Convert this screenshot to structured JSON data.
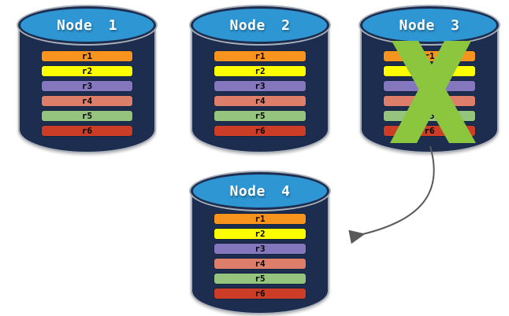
{
  "colors": {
    "background": "#FFFFFF",
    "cylinder_top": "#2E96D3",
    "cylinder_body": "#1C2D4F",
    "cylinder_outline": "#ABB2BB",
    "title_text": "#FFFFFF",
    "row_text": "#000000",
    "x_mark": "#8CC63F",
    "arrow": "#595959"
  },
  "nodes": [
    {
      "title": "Node 1",
      "failed": false,
      "rows": [
        {
          "label": "r1",
          "color": "#F8941D"
        },
        {
          "label": "r2",
          "color": "#FDFF00"
        },
        {
          "label": "r3",
          "color": "#8577BE"
        },
        {
          "label": "r4",
          "color": "#DD7E6B"
        },
        {
          "label": "r5",
          "color": "#94C47D"
        },
        {
          "label": "r6",
          "color": "#CC3D28"
        }
      ]
    },
    {
      "title": "Node 2",
      "failed": false,
      "rows": [
        {
          "label": "r1",
          "color": "#F8941D"
        },
        {
          "label": "r2",
          "color": "#FDFF00"
        },
        {
          "label": "r3",
          "color": "#8577BE"
        },
        {
          "label": "r4",
          "color": "#DD7E6B"
        },
        {
          "label": "r5",
          "color": "#94C47D"
        },
        {
          "label": "r6",
          "color": "#CC3D28"
        }
      ]
    },
    {
      "title": "Node 3",
      "failed": true,
      "rows": [
        {
          "label": "r1",
          "color": "#F8941D"
        },
        {
          "label": "r2",
          "color": "#FDFF00"
        },
        {
          "label": "r3",
          "color": "#8577BE"
        },
        {
          "label": "r4",
          "color": "#DD7E6B"
        },
        {
          "label": "r5",
          "color": "#94C47D"
        },
        {
          "label": "r6",
          "color": "#CC3D28"
        }
      ]
    },
    {
      "title": "Node 4",
      "failed": false,
      "rows": [
        {
          "label": "r1",
          "color": "#F8941D"
        },
        {
          "label": "r2",
          "color": "#FDFF00"
        },
        {
          "label": "r3",
          "color": "#8577BE"
        },
        {
          "label": "r4",
          "color": "#DD7E6B"
        },
        {
          "label": "r5",
          "color": "#94C47D"
        },
        {
          "label": "r6",
          "color": "#CC3D28"
        }
      ]
    }
  ],
  "arrow": {
    "from": "Node 3",
    "to": "Node 4"
  },
  "x_mark_on": "Node 3"
}
